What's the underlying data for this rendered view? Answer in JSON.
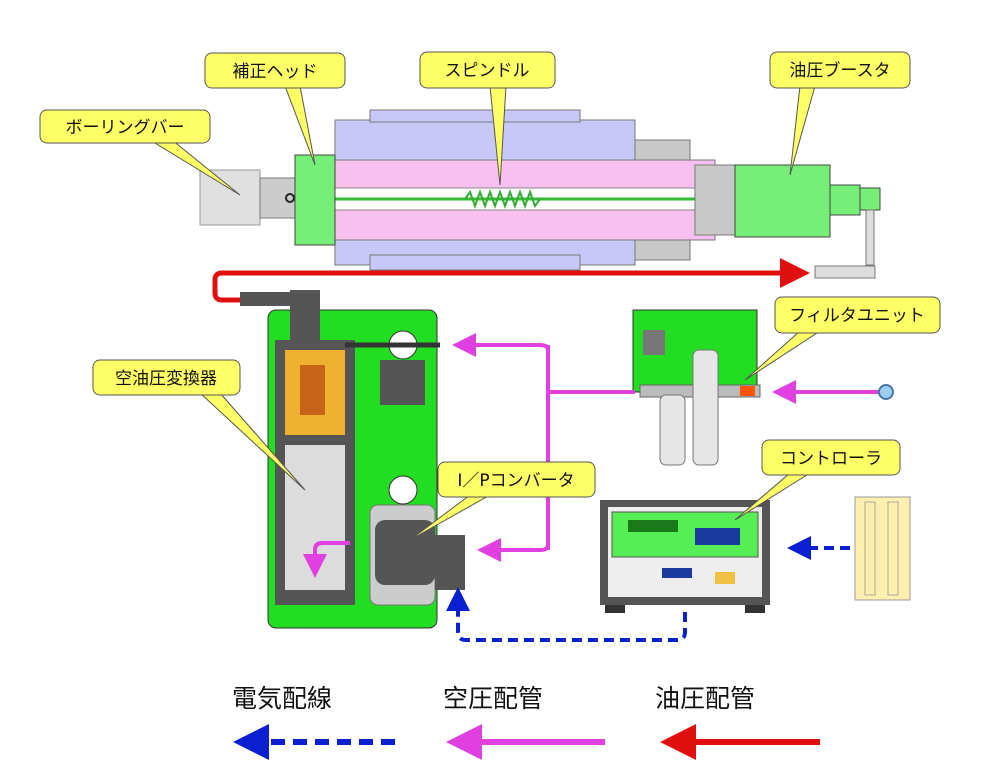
{
  "callouts": {
    "boring_bar": "ボーリングバー",
    "correction_head": "補正ヘッド",
    "spindle": "スピンドル",
    "hydraulic_booster": "油圧ブースタ",
    "filter_unit": "フィルタユニット",
    "air_oil_converter": "空油圧変換器",
    "ip_converter": "I／Pコンバータ",
    "controller": "コントローラ"
  },
  "legend": [
    {
      "label": "電気配線",
      "color": "#0a1fd0",
      "style": "dashed"
    },
    {
      "label": "空圧配管",
      "color": "#e040e0",
      "style": "solid"
    },
    {
      "label": "油圧配管",
      "color": "#e01010",
      "style": "solid"
    }
  ],
  "colors": {
    "callout_fill": "#ffff66",
    "panel_green": "#22dd22",
    "housing": "#c8c8f8",
    "shaft": "#f8c0f0",
    "part_green": "#77ee77"
  }
}
